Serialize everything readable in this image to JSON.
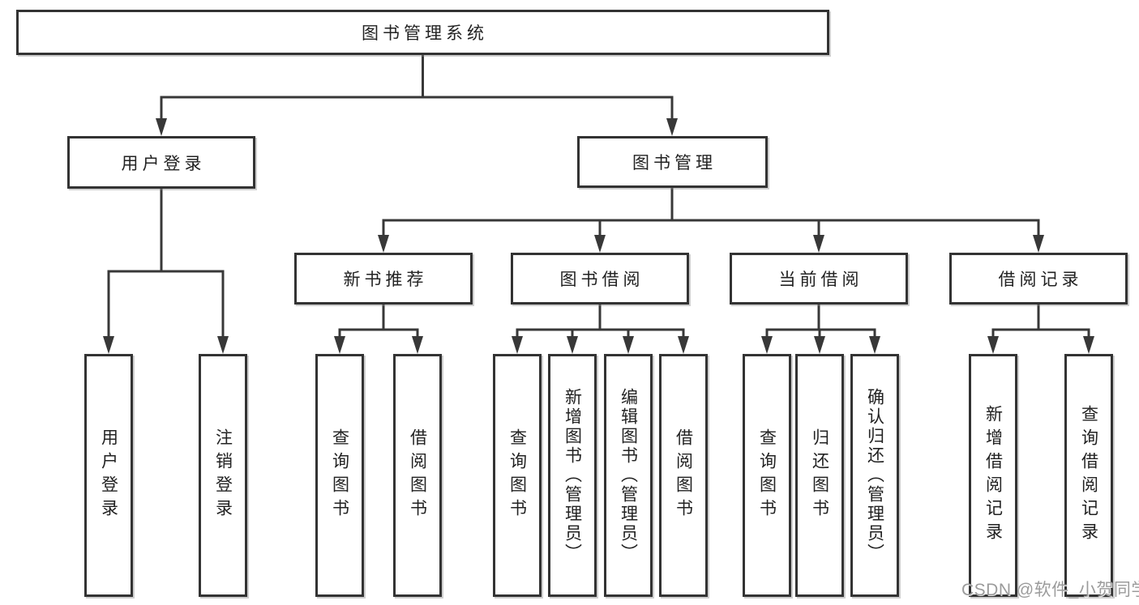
{
  "tree": {
    "root": {
      "label": "图书管理系统",
      "children": [
        {
          "label": "用户登录",
          "leaves": [
            "用户登录",
            "注销登录"
          ]
        },
        {
          "label": "图书管理",
          "children": [
            {
              "label": "新书推荐",
              "leaves": [
                "查询图书",
                "借阅图书"
              ]
            },
            {
              "label": "图书借阅",
              "leaves": [
                "查询图书",
                "新增图书（管理员）",
                "编辑图书（管理员）",
                "借阅图书"
              ]
            },
            {
              "label": "当前借阅",
              "leaves": [
                "查询图书",
                "归还图书",
                "确认归还（管理员）"
              ]
            },
            {
              "label": "借阅记录",
              "leaves": [
                "新增借阅记录",
                "查询借阅记录"
              ]
            }
          ]
        }
      ]
    }
  },
  "watermark": {
    "text": "CSDN @软件_小贺同学"
  },
  "colors": {
    "line": "#383838",
    "box_border": "#333333",
    "box_background": "#ffffff",
    "text": "#222222",
    "watermark": "#9b9b9b",
    "page_background": "#ffffff"
  }
}
